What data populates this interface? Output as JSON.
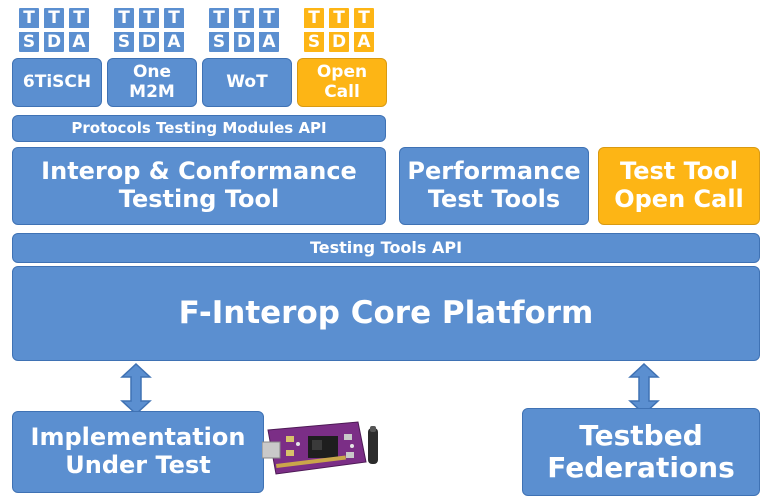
{
  "colors": {
    "blue": "#5b8fd0",
    "blue_border": "#3f72b4",
    "orange": "#fdb515",
    "text": "#ffffff"
  },
  "tsda_groups": [
    {
      "name": "6TiSCH",
      "cells": [
        "T",
        "T",
        "T",
        "S",
        "D",
        "A"
      ],
      "accent": "blue"
    },
    {
      "name": "One\nM2M",
      "cells": [
        "T",
        "T",
        "T",
        "S",
        "D",
        "A"
      ],
      "accent": "blue"
    },
    {
      "name": "WoT",
      "cells": [
        "T",
        "T",
        "T",
        "S",
        "D",
        "A"
      ],
      "accent": "blue"
    },
    {
      "name": "Open\nCall",
      "cells": [
        "T",
        "T",
        "T",
        "S",
        "D",
        "A"
      ],
      "accent": "orange"
    }
  ],
  "protocols_api": "Protocols Testing Modules API",
  "interop_tool": "Interop & Conformance\nTesting Tool",
  "performance_tools": "Performance\nTest Tools",
  "test_tool_open_call": "Test Tool\nOpen Call",
  "testing_tools_api": "Testing Tools API",
  "core_platform": "F-Interop Core Platform",
  "implementation": "Implementation\nUnder Test",
  "federations": "Testbed\nFederations",
  "icons": {
    "arrow": "double-arrow-icon",
    "device": "iot-board-image"
  }
}
